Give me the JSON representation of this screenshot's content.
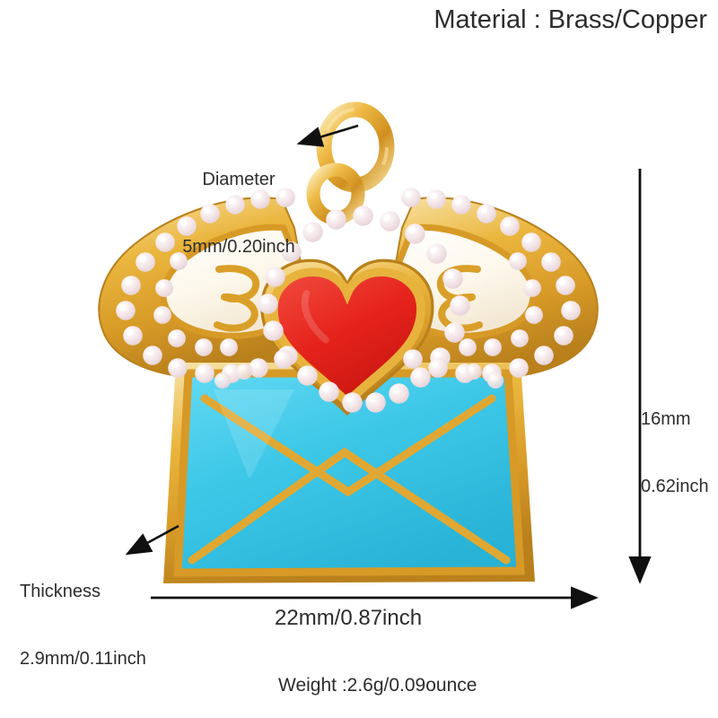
{
  "product": {
    "type": "jewelry-charm",
    "description": "Winged love-letter envelope charm with red heart seal",
    "material_text": "Material : Brass/Copper",
    "weight_text": "Weight :2.6g/0.09ounce"
  },
  "annotations": {
    "material": "Material : Brass/Copper",
    "diameter": {
      "title": "Diameter",
      "value": "5mm/0.20inch"
    },
    "thickness": {
      "title": "Thickness",
      "value": "2.9mm/0.11inch"
    },
    "height": {
      "mm": "16mm",
      "inch": "0.62inch"
    },
    "width": "22mm/0.87inch",
    "weight": "Weight :2.6g/0.09ounce"
  },
  "colors": {
    "gold": "#e7ab33",
    "gold_dark": "#b9801c",
    "gold_light": "#f7dd9a",
    "heart_red": "#e5231c",
    "heart_red_dark": "#c5140f",
    "envelope_blue": "#3ec8e8",
    "envelope_blue_dark": "#25b4d8",
    "wing_white": "#fdf9ef",
    "gem_white": "#f6eaea",
    "arrow_black": "#101010",
    "text": "#2d2d2d",
    "background": "#ffffff"
  },
  "artwork": {
    "jump_ring_outer": "gold-ring-large",
    "jump_ring_inner": "gold-ring-small",
    "heart": "red-enamel-heart",
    "left_wing": "white-enamel-wing-left",
    "right_wing": "white-enamel-wing-right",
    "envelope": "turquoise-enamel-envelope",
    "pave": "cubic-zirconia-pave"
  }
}
